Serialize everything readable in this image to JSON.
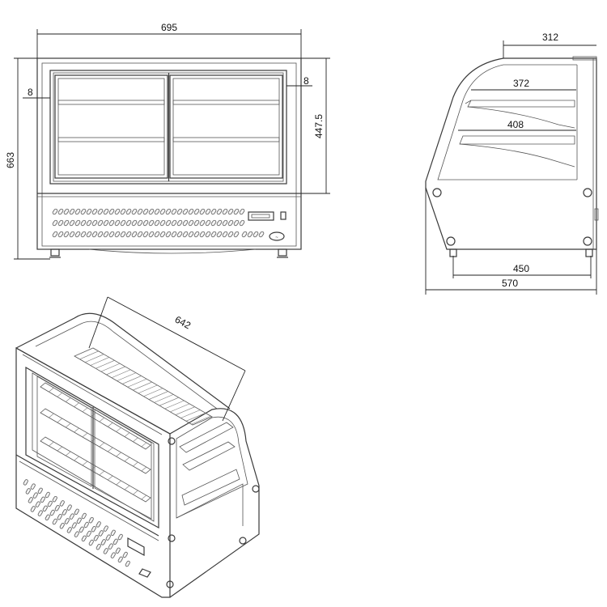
{
  "front_view": {
    "width_label": "695",
    "frame_left_label": "8",
    "frame_right_label": "8",
    "height_label": "663",
    "glass_height_label": "447.5"
  },
  "side_view": {
    "top_depth_label": "312",
    "upper_shelf_label": "372",
    "lower_shelf_label": "408",
    "base_inner_label": "450",
    "base_depth_label": "570"
  },
  "iso_view": {
    "length_label": "642"
  },
  "colors": {
    "line": "#3a3a3a",
    "dimension": "#222222"
  }
}
